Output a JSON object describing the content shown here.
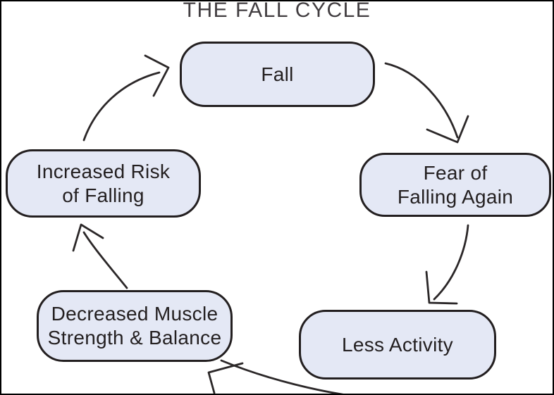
{
  "title": "THE FALL CYCLE",
  "colors": {
    "background": "#ffffff",
    "frame_border": "#000000",
    "node_fill": "#e4e8f5",
    "node_border": "#231f20",
    "node_text": "#231f20",
    "arrow": "#2b2728",
    "title_text": "#413d40"
  },
  "diagram": {
    "nodes": [
      {
        "id": "fall",
        "lines": [
          "Fall"
        ]
      },
      {
        "id": "fear-of-falling-again",
        "lines": [
          "Fear of",
          "Falling Again"
        ]
      },
      {
        "id": "less-activity",
        "lines": [
          "Less Activity"
        ]
      },
      {
        "id": "decreased-muscle-strength-balance",
        "lines": [
          "Decreased Muscle",
          "Strength & Balance"
        ]
      },
      {
        "id": "increased-risk-of-falling",
        "lines": [
          "Increased Risk",
          "of Falling"
        ]
      }
    ],
    "arrows": [
      {
        "from": "fall",
        "to": "fear-of-falling-again"
      },
      {
        "from": "fear-of-falling-again",
        "to": "less-activity"
      },
      {
        "from": "less-activity",
        "to": "decreased-muscle-strength-balance"
      },
      {
        "from": "decreased-muscle-strength-balance",
        "to": "increased-risk-of-falling"
      },
      {
        "from": "increased-risk-of-falling",
        "to": "fall"
      }
    ]
  }
}
